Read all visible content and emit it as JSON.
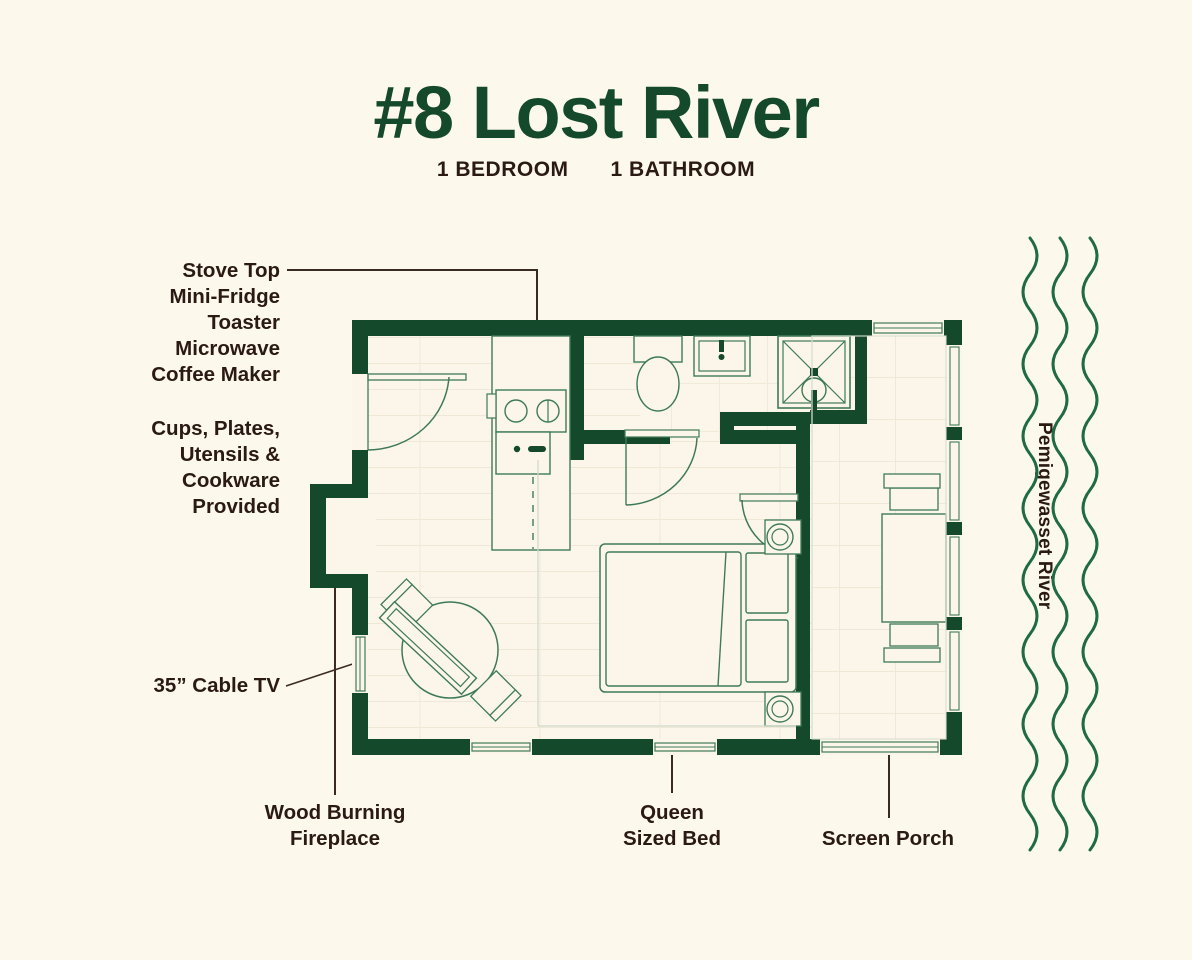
{
  "header": {
    "title": "#8 Lost River",
    "bedrooms": "1 BEDROOM",
    "bathrooms": "1 BATHROOM"
  },
  "annotations": {
    "kitchen_appliances": "Stove Top\nMini-Fridge\nToaster\nMicrowave\nCoffee Maker",
    "kitchen_supplies": "Cups, Plates,\nUtensils &\nCookware\nProvided",
    "tv": "35” Cable TV",
    "fireplace": "Wood Burning\nFireplace",
    "bed": "Queen\nSized Bed",
    "porch": "Screen Porch",
    "river": "Pemigewasset River"
  },
  "colors": {
    "background": "#fcf8ec",
    "wall": "#14492b",
    "ink": "#2b1a14",
    "floor": "#fbf6e9",
    "fixture_stroke": "#3f7a56",
    "tile_line": "#eee7d4"
  },
  "plan": {
    "rooms": [
      {
        "name": "living-kitchen-area",
        "label": ""
      },
      {
        "name": "bathroom",
        "label": ""
      },
      {
        "name": "bedroom",
        "label": ""
      },
      {
        "name": "screen-porch",
        "label": ""
      }
    ],
    "fixtures": [
      {
        "name": "stove-top",
        "burners": 2
      },
      {
        "name": "kitchen-sink",
        "faucet": true
      },
      {
        "name": "toilet"
      },
      {
        "name": "bathroom-sink"
      },
      {
        "name": "shower-stall"
      },
      {
        "name": "queen-bed",
        "pillows": 2
      },
      {
        "name": "nightstand-lamp",
        "count": 2
      },
      {
        "name": "dining-table",
        "shape": "round",
        "chairs": 2
      },
      {
        "name": "tv-console"
      },
      {
        "name": "fireplace"
      },
      {
        "name": "porch-table",
        "chairs": 2
      }
    ],
    "openings": [
      {
        "name": "entry-door"
      },
      {
        "name": "bathroom-door"
      },
      {
        "name": "bedroom-door"
      },
      {
        "name": "window-front-left"
      },
      {
        "name": "window-front-right"
      },
      {
        "name": "window-porch-front"
      },
      {
        "name": "window-porch-top"
      },
      {
        "name": "window-side-left"
      },
      {
        "name": "screen-panel",
        "count": 5
      }
    ]
  }
}
